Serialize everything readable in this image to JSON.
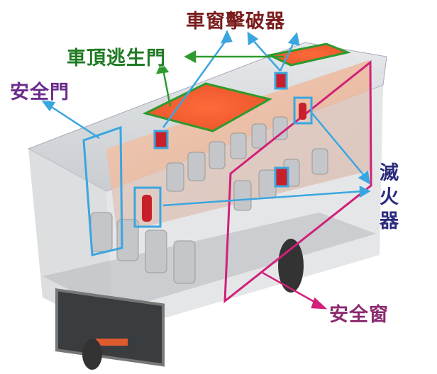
{
  "labels": {
    "window_breaker": "車窗擊破器",
    "roof_hatch": "車頂逃生門",
    "emergency_door": "安全門",
    "fire_extinguisher": "滅火器",
    "emergency_window": "安全窗"
  },
  "colors": {
    "window_breaker": "#7b1c1c",
    "roof_hatch": "#1f7a23",
    "emergency_door": "#6b2b8c",
    "fire_extinguisher": "#2b2b7e",
    "emergency_window": "#8c2a70",
    "arrow": "#3aa6e0",
    "hatch_frame": "#2e9a2e",
    "window_frame": "#d0207a"
  }
}
